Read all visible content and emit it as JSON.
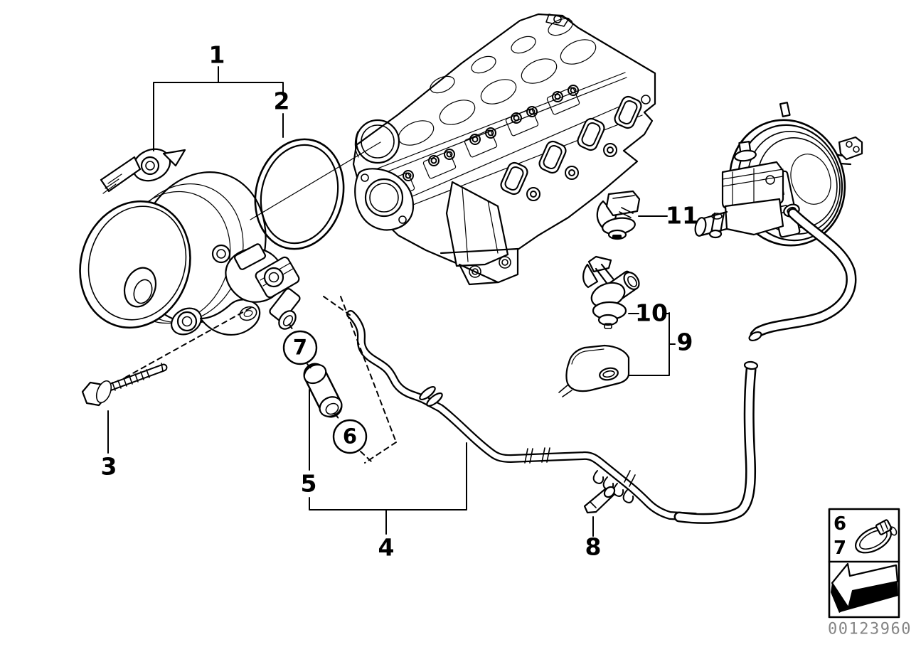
{
  "figure": {
    "type": "exploded-parts-diagram",
    "subject": "vacuum-pump-with-engine-cylinder-head-and-brake-booster"
  },
  "callouts": {
    "c1": "1",
    "c2": "2",
    "c3": "3",
    "c4": "4",
    "c5": "5",
    "c6": "6",
    "c7": "7",
    "c8": "8",
    "c9": "9",
    "c10": "10",
    "c11": "11"
  },
  "legend": {
    "clamp_ref_top": "6",
    "clamp_ref_bottom": "7",
    "clamp_icon": "hose-clamp-icon",
    "direction_icon": "installation-direction-arrow-icon"
  },
  "footer": {
    "image_number": "00123960"
  },
  "colors": {
    "line": "#000000",
    "background": "#ffffff",
    "image_number_gray": "#858585"
  }
}
